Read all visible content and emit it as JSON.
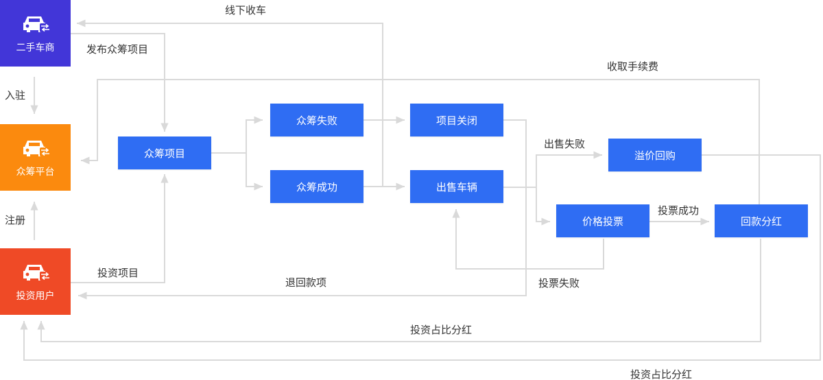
{
  "colors": {
    "dealer": "#4236d8",
    "platform": "#fb8a0e",
    "investor": "#ef4a26",
    "node": "#2f6df3",
    "connector": "#d9d9d9",
    "text": "#333333"
  },
  "actors": {
    "dealer": {
      "label": "二手车商",
      "icon": "car-exchange-icon"
    },
    "platform": {
      "label": "众筹平台",
      "icon": "car-exchange-icon"
    },
    "investor": {
      "label": "投资用户",
      "icon": "car-exchange-icon"
    }
  },
  "nodes": {
    "project": "众筹项目",
    "fail": "众筹失败",
    "success": "众筹成功",
    "close": "项目关闭",
    "sell": "出售车辆",
    "buyback": "溢价回购",
    "vote": "价格投票",
    "dividend": "回款分红"
  },
  "labels": {
    "offline_collect": "线下收车",
    "publish_project": "发布众筹项目",
    "collect_fee": "收取手续费",
    "settle_in": "入驻",
    "register": "注册",
    "invest_project": "投资项目",
    "refund": "退回款项",
    "sell_fail": "出售失败",
    "vote_success": "投票成功",
    "vote_fail": "投票失败",
    "share_dividend_1": "投资占比分红",
    "share_dividend_2": "投资占比分红"
  }
}
